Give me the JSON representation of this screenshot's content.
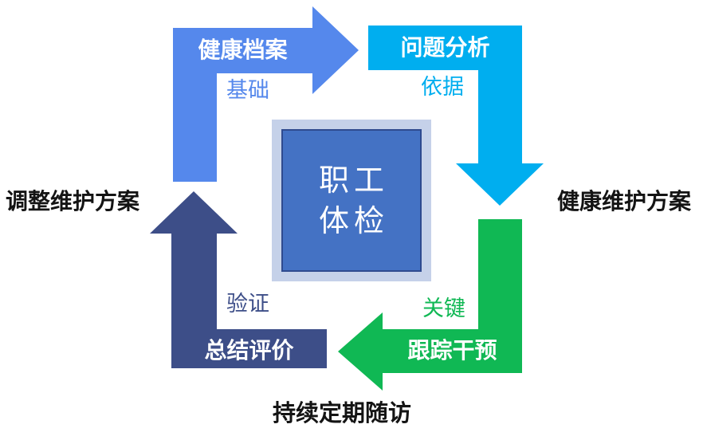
{
  "diagram": {
    "center": {
      "line1": "职工",
      "line2": "体检",
      "frame_color": "#C5D1E9",
      "fill_color": "#4472C4",
      "border_color": "#2F4B8F",
      "text_color": "#FFFFFF"
    },
    "steps": [
      {
        "name": "health-records",
        "label": "健康档案",
        "tag": "基础",
        "color": "#5588EC"
      },
      {
        "name": "problem-analysis",
        "label": "问题分析",
        "tag": "依据",
        "color": "#00AEEF"
      },
      {
        "name": "tracking-intervention",
        "label": "跟踪干预",
        "tag": "关键",
        "color": "#10B854"
      },
      {
        "name": "summary-evaluation",
        "label": "总结评价",
        "tag": "验证",
        "color": "#3D4E88"
      }
    ],
    "side_labels": {
      "left": "调整维护方案",
      "right": "健康维护方案",
      "bottom": "持续定期随访"
    },
    "label_text_color": "#FFFFFF",
    "side_label_color": "#141414"
  }
}
